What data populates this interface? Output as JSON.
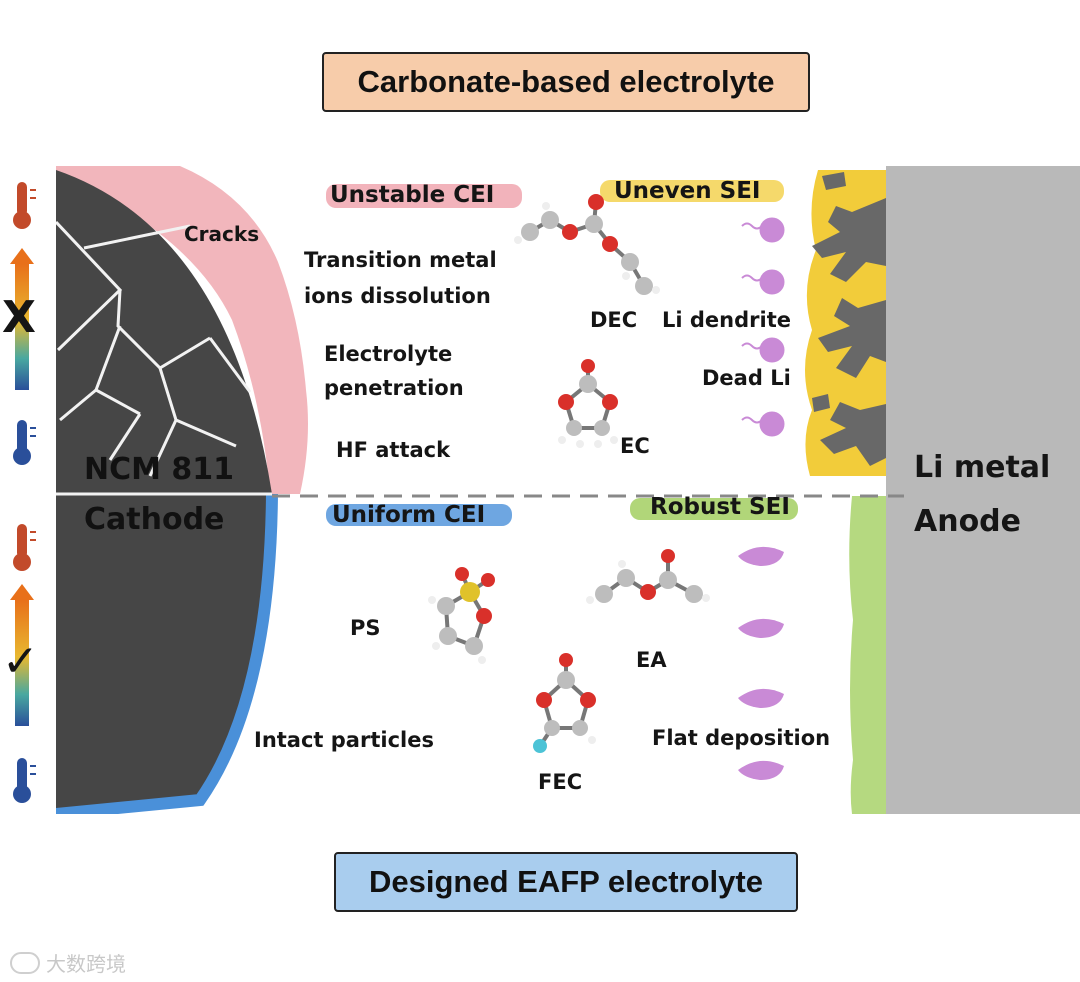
{
  "titles": {
    "top": "Carbonate-based electrolyte",
    "bottom": "Designed EAFP electrolyte"
  },
  "cathode": {
    "line1": "NCM 811",
    "line2": "Cathode"
  },
  "anode": {
    "line1": "Li metal",
    "line2": "Anode"
  },
  "top_labels": {
    "cracks": "Cracks",
    "cei": "Unstable CEI",
    "sei": "Uneven SEI",
    "tm_line1": "Transition metal",
    "tm_line2": "ions dissolution",
    "pen_line1": "Electrolyte",
    "pen_line2": "penetration",
    "hf": "HF attack",
    "dec": "DEC",
    "ec": "EC",
    "dendrite": "Li dendrite",
    "dead": "Dead Li"
  },
  "bottom_labels": {
    "cei": "Uniform CEI",
    "sei": "Robust SEI",
    "ps": "PS",
    "ea": "EA",
    "fec": "FEC",
    "intact": "Intact particles",
    "flat": "Flat deposition"
  },
  "marks": {
    "fail": "X",
    "pass": "✓"
  },
  "icons": [
    "thermometer-hot-icon",
    "thermometer-cold-icon",
    "temperature-range-arrow-icon",
    "cross-mark-icon",
    "check-mark-icon"
  ],
  "colors": {
    "cathode": "#464646",
    "anode": "#b9b9b9",
    "unstable_cei": "#ee9aa4",
    "uniform_cei": "#4a90d9",
    "uneven_sei": "#f2cc3a",
    "robust_sei": "#a8d26a",
    "li_ion": "#c98ad6"
  },
  "watermark": "大数跨境"
}
